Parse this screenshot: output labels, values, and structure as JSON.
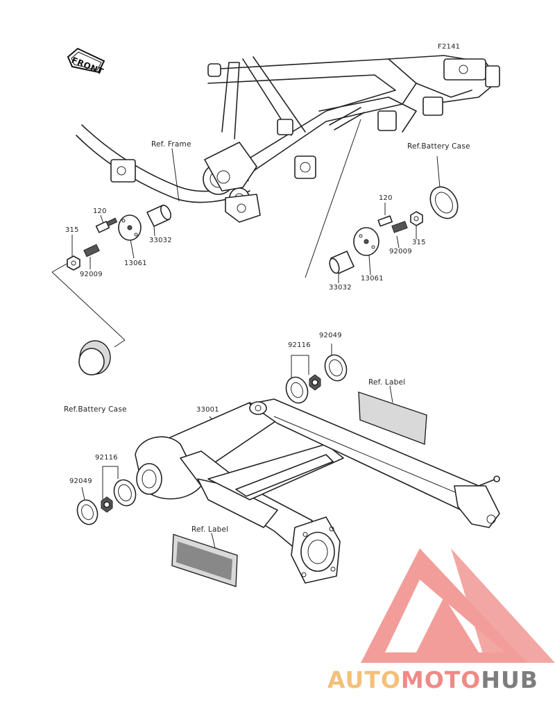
{
  "diagram": {
    "code": "F2141",
    "front_badge": "FRONT",
    "labels": {
      "ref_frame": "Ref. Frame",
      "ref_battery_case_right": "Ref.Battery Case",
      "ref_battery_case_left": "Ref.Battery Case",
      "ref_label_top": "Ref. Label",
      "ref_label_bottom": "Ref. Label"
    },
    "parts_left": {
      "p120": "120",
      "p315": "315",
      "p33032": "33032",
      "p13061": "13061",
      "p92009": "92009"
    },
    "parts_right": {
      "p120": "120",
      "p315": "315",
      "p92009": "92009",
      "p33032": "33032",
      "p13061": "13061"
    },
    "parts_swingarm": {
      "p92116_top": "92116",
      "p92049_top": "92049",
      "p33001": "33001",
      "p92116_left": "92116",
      "p92049_left": "92049"
    }
  },
  "watermark": {
    "part1": "AUTO",
    "part2": "MOTO",
    "part3": "HUB",
    "colors": {
      "gold": "#f3c07a",
      "salmon": "#ef8a86",
      "gray": "#7d7d7d"
    }
  }
}
